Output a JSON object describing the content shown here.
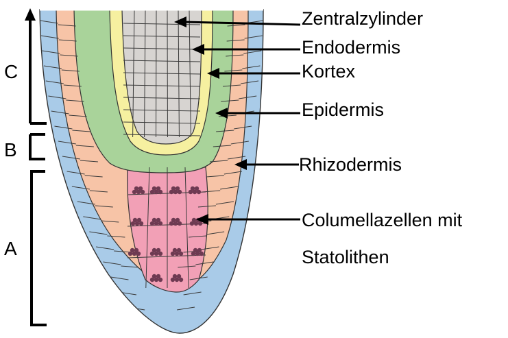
{
  "diagram": {
    "zones": [
      {
        "letter": "C"
      },
      {
        "letter": "B"
      },
      {
        "letter": "A"
      }
    ],
    "tissues": [
      {
        "label": "Zentralzylinder",
        "color": "#d7d4d1"
      },
      {
        "label": "Endodermis",
        "color": "#f6f0a0"
      },
      {
        "label": "Kortex",
        "color": "#a9d39a"
      },
      {
        "label": "Epidermis",
        "color": "#f7c4a7"
      },
      {
        "label": "Rhizodermis",
        "color": "#a9cbe8"
      }
    ],
    "columella": {
      "line1": "Columellazellen mit",
      "line2": "Statolithen",
      "color": "#f2a0b6",
      "statolith_color": "#6e3a52"
    }
  }
}
